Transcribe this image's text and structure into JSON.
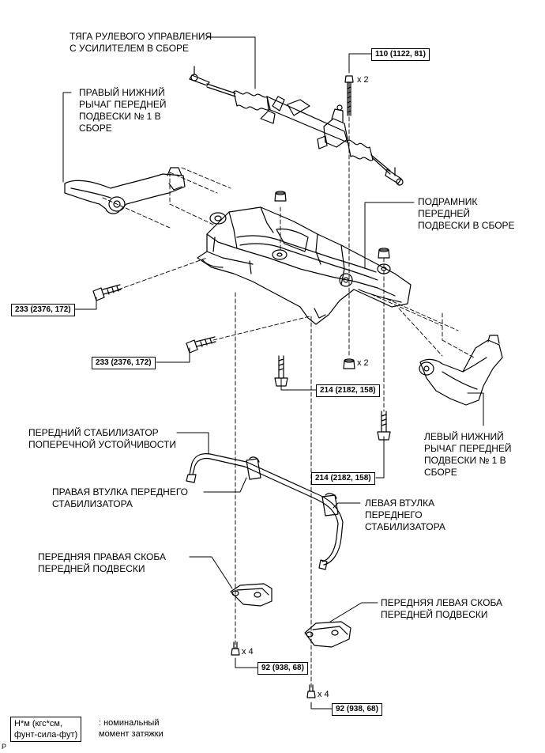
{
  "labels": {
    "steering_gear": [
      "ТЯГА РУЛЕВОГО УПРАВЛЕНИЯ",
      "С УСИЛИТЕЛЕМ В СБОРЕ"
    ],
    "right_lower_arm": [
      "ПРАВЫЙ НИЖНИЙ",
      "РЫЧАГ ПЕРЕДНЕЙ",
      "ПОДВЕСКИ № 1 В",
      "СБОРЕ"
    ],
    "subframe": [
      "ПОДРАМНИК",
      "ПЕРЕДНЕЙ",
      "ПОДВЕСКИ В СБОРЕ"
    ],
    "left_lower_arm": [
      "ЛЕВЫЙ НИЖНИЙ",
      "РЫЧАГ ПЕРЕДНЕЙ",
      "ПОДВЕСКИ № 1 В",
      "СБОРЕ"
    ],
    "stabilizer_bar": [
      "ПЕРЕДНИЙ СТАБИЛИЗАТОР",
      "ПОПЕРЕЧНОЙ УСТОЙЧИВОСТИ"
    ],
    "right_bushing": [
      "ПРАВАЯ ВТУЛКА ПЕРЕДНЕГО",
      "СТАБИЛИЗАТОРА"
    ],
    "left_bushing": [
      "ЛЕВАЯ ВТУЛКА",
      "ПЕРЕДНЕГО",
      "СТАБИЛИЗАТОРА"
    ],
    "right_bracket": [
      "ПЕРЕДНЯЯ ПРАВАЯ СКОБА",
      "ПЕРЕДНЕЙ ПОДВЕСКИ"
    ],
    "left_bracket": [
      "ПЕРЕДНЯЯ ЛЕВАЯ СКОБА",
      "ПЕРЕДНЕЙ ПОДВЕСКИ"
    ]
  },
  "torques": {
    "gear_bolt": "110 (1122, 81)",
    "frame_bolt_upper": "233 (2376, 172)",
    "frame_bolt_lower": "233 (2376, 172)",
    "frame_bolt_center": "214 (2182, 158)",
    "frame_bolt_right": "214 (2182, 158)",
    "bracket_bolt_right": "92 (938, 68)",
    "bracket_bolt_left": "92 (938, 68)"
  },
  "multipliers": {
    "gear_bolt": "x 2",
    "nut": "x 2",
    "bracket_right": "x 4",
    "bracket_left": "x 4"
  },
  "legend": {
    "unit_lines": [
      "Н*м (кгс*см,",
      "фунт-сила-фут)"
    ],
    "meaning_lines": [
      ": номинальный",
      "момент затяжки"
    ]
  },
  "corner_mark": "P"
}
